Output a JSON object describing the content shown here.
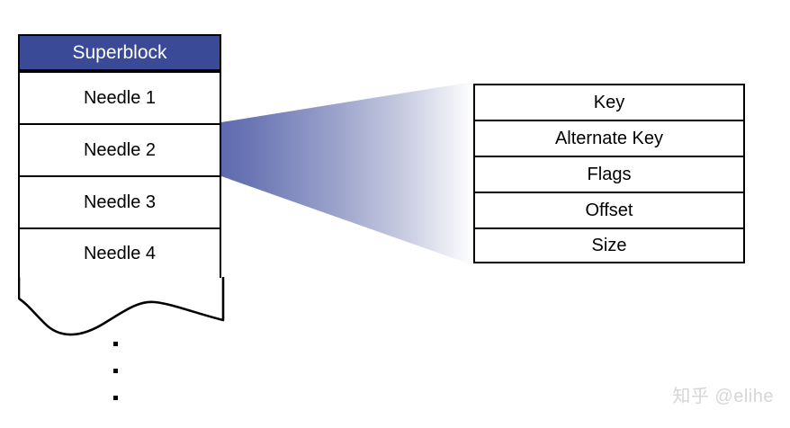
{
  "diagram": {
    "title": "Haystack store file: superblock and needles",
    "colors": {
      "superblock_fill": "#3a4a96",
      "superblock_text": "#ffffff",
      "border": "#000000",
      "cone_start": "#6b77b5",
      "cone_end": "#ffffff",
      "background": "#ffffff",
      "watermark_text": "#d6d6d6"
    }
  },
  "superblock_column": {
    "header": {
      "label": "Superblock"
    },
    "rows": [
      {
        "label": "Needle 1"
      },
      {
        "label": "Needle 2"
      },
      {
        "label": "Needle 3"
      },
      {
        "label": "Needle 4"
      }
    ],
    "continuation": {
      "torn_edge": "wavy-torn-paper-edge",
      "ellipsis_dots": 3
    }
  },
  "connector": {
    "kind": "gradient-cone",
    "source_row_label": "Needle 2",
    "target": "needle-detail-table"
  },
  "needle_detail": {
    "rows": [
      {
        "label": "Key"
      },
      {
        "label": "Alternate Key"
      },
      {
        "label": "Flags"
      },
      {
        "label": "Offset"
      },
      {
        "label": "Size"
      }
    ]
  },
  "watermark": {
    "text": "知乎 @elihe"
  }
}
